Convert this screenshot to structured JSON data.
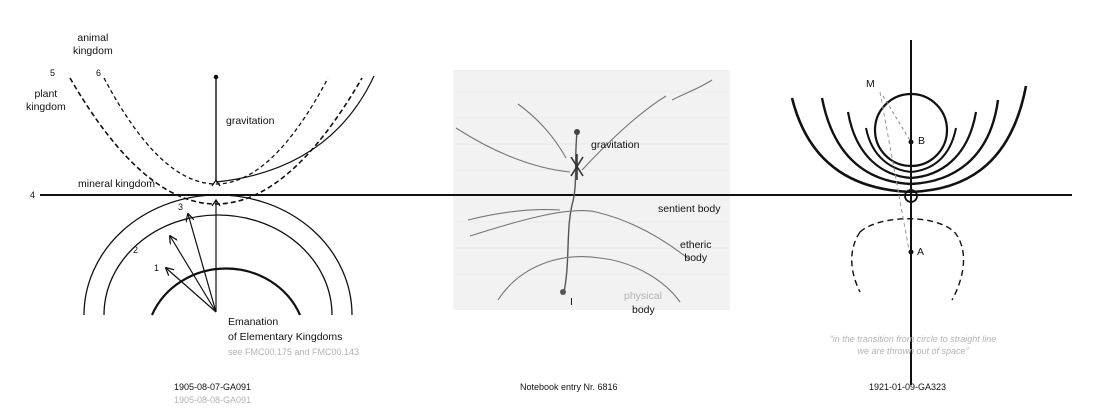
{
  "left_diagram": {
    "animal_kingdom": "animal\nkingdom",
    "plant_kingdom": "plant\nkingdom",
    "mineral_kingdom": "mineral kingdom",
    "gravitation": "gravitation",
    "num_5": "5",
    "num_6": "6",
    "num_4": "4",
    "num_3": "3",
    "num_2": "2",
    "num_1": "1",
    "emanation_line1": "Emanation",
    "emanation_line2": "of Elementary Kingdoms",
    "see_ref": "see FMC00.175 and FMC00.143",
    "caption": "1905-08-07-GA091",
    "caption_sub": "1905-08-08-GA091"
  },
  "middle_diagram": {
    "gravitation": "gravitation",
    "sentient_body": "sentient body",
    "etheric_body": "etheric\nbody",
    "physical": "physical",
    "body": "body",
    "i_label": "I",
    "caption": "Notebook entry Nr. 6816"
  },
  "right_diagram": {
    "m_label": "M",
    "b_label": "B",
    "a_label": "A",
    "quote_line1": "“in the transition from circle to straight line",
    "quote_line2": "we are thrown out of space”",
    "caption": "1921-01-09-GA323"
  }
}
